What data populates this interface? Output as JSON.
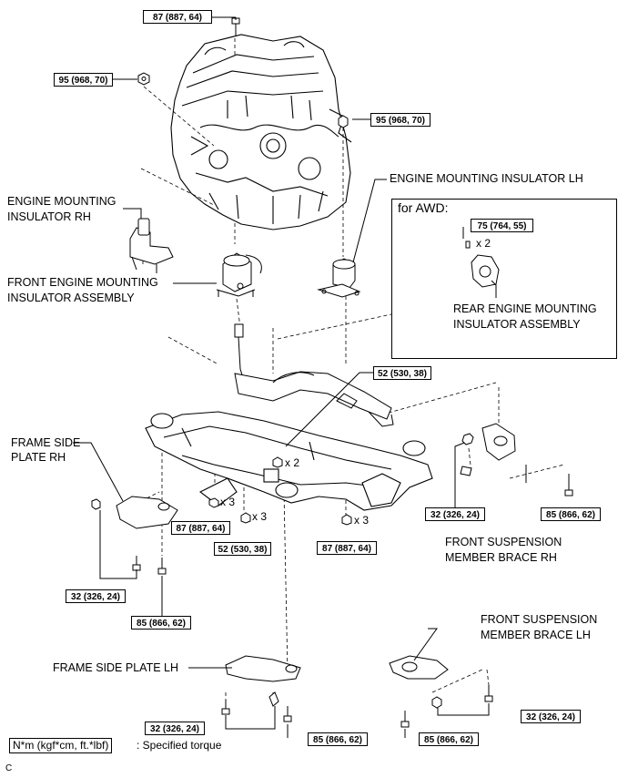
{
  "torques": {
    "t_top": "87 (887, 64)",
    "t_left_nut": "95 (968, 70)",
    "t_right_nut": "95 (968, 70)",
    "t_awd": "75 (764, 55)",
    "t_steer": "52 (530, 38)",
    "t_mid_a": "87 (887, 64)",
    "t_mid_b": "52 (530, 38)",
    "t_mid_c": "87 (887, 64)",
    "t_brace_rh_a": "32 (326, 24)",
    "t_brace_rh_b": "85 (866, 62)",
    "t_plate_rh_a": "32 (326, 24)",
    "t_plate_rh_b": "85 (866, 62)",
    "t_plate_lh_a": "32 (326, 24)",
    "t_plate_lh_b": "85 (866, 62)",
    "t_brace_lh_a": "85 (866, 62)",
    "t_brace_lh_b": "32 (326, 24)"
  },
  "labels": {
    "ins_lh": "ENGINE MOUNTING INSULATOR LH",
    "ins_rh_1": "ENGINE MOUNTING",
    "ins_rh_2": "INSULATOR RH",
    "front_1": "FRONT ENGINE MOUNTING",
    "front_2": "INSULATOR ASSEMBLY",
    "for_awd": "for AWD:",
    "rear_1": "REAR ENGINE MOUNTING",
    "rear_2": "INSULATOR ASSEMBLY",
    "plate_rh_1": "FRAME SIDE",
    "plate_rh_2": "PLATE RH",
    "brace_rh_1": "FRONT SUSPENSION",
    "brace_rh_2": "MEMBER BRACE RH",
    "brace_lh_1": "FRONT SUSPENSION",
    "brace_lh_2": "MEMBER BRACE LH",
    "plate_lh": "FRAME SIDE PLATE LH"
  },
  "quantities": {
    "q_awd": "x 2",
    "q_steer": "x 2",
    "q_mid_a": "x 3",
    "q_mid_b": "x 3",
    "q_mid_c": "x 3"
  },
  "legend": {
    "unit": "N*m (kgf*cm, ft.*lbf)",
    "text": ": Specified torque"
  },
  "corner_mark": "C"
}
